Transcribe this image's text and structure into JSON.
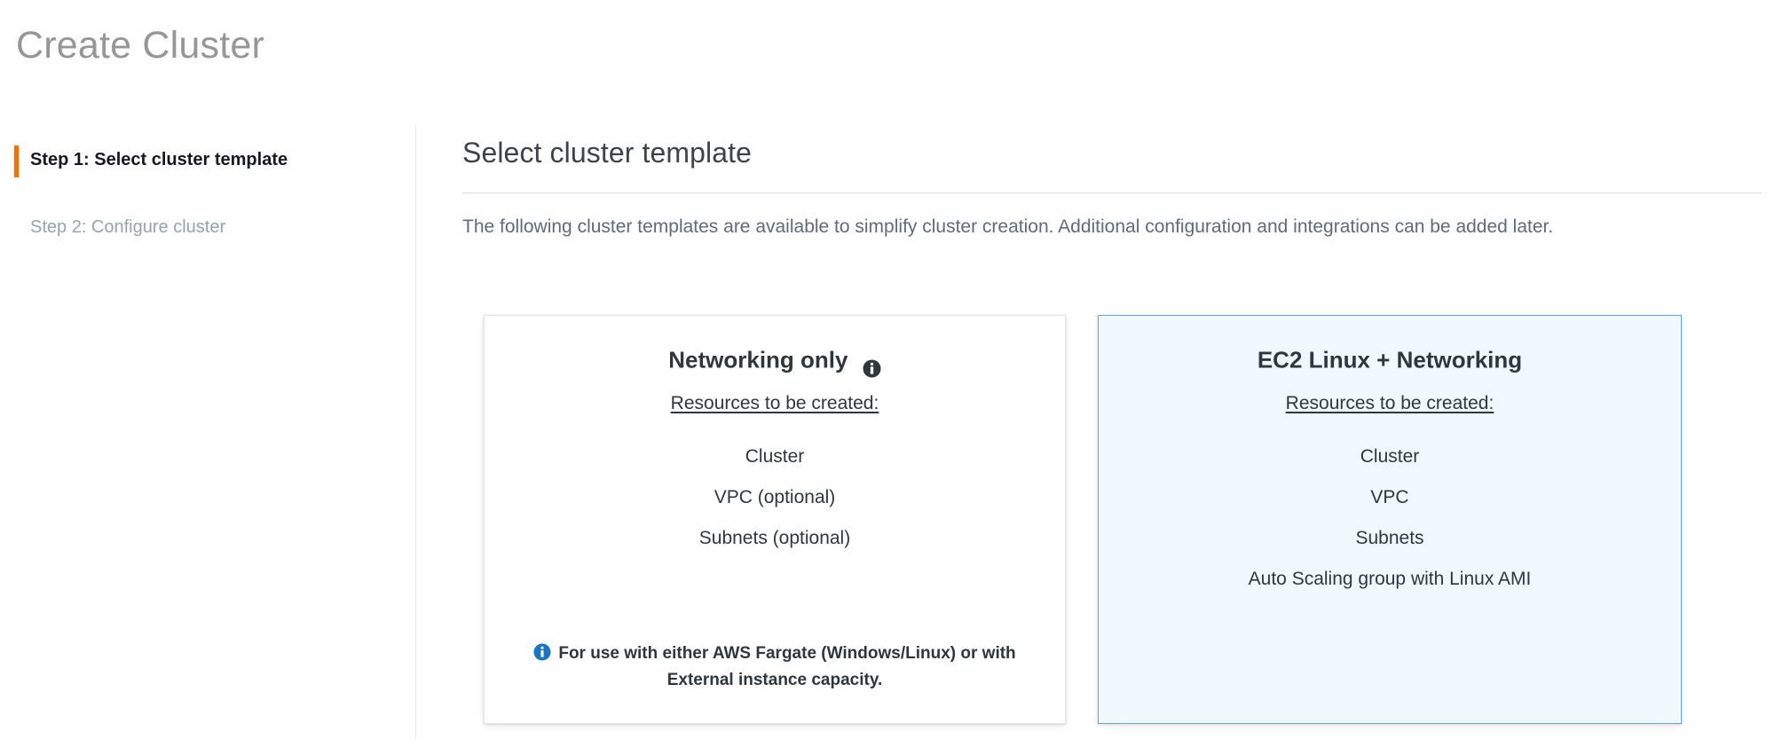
{
  "page": {
    "title": "Create Cluster"
  },
  "sidebar": {
    "steps": [
      {
        "label": "Step 1: Select cluster template",
        "active": true,
        "marker_color": "#ec7211"
      },
      {
        "label": "Step 2: Configure cluster",
        "active": false,
        "marker_color": ""
      }
    ]
  },
  "main": {
    "section_title": "Select cluster template",
    "description": "The following cluster templates are available to simplify cluster creation. Additional configuration and integrations can be added later.",
    "cards": [
      {
        "title": "Networking only",
        "has_info_icon": true,
        "info_icon_name": "info-icon",
        "subtitle": "Resources to be created:",
        "resources": [
          "Cluster",
          "VPC (optional)",
          "Subnets (optional)"
        ],
        "footnote": "For use with either AWS Fargate (Windows/Linux) or with External instance capacity.",
        "footnote_icon_name": "info-icon-blue",
        "selected": false,
        "background": "#ffffff",
        "border_color": "#e3e3e3"
      },
      {
        "title": "EC2 Linux + Networking",
        "has_info_icon": false,
        "info_icon_name": "",
        "subtitle": "Resources to be created:",
        "resources": [
          "Cluster",
          "VPC",
          "Subnets",
          "Auto Scaling group with Linux AMI"
        ],
        "footnote": "",
        "footnote_icon_name": "",
        "selected": true,
        "background": "#f1f8fe",
        "border_color": "#69a6d8"
      }
    ]
  },
  "colors": {
    "accent_orange": "#ec7211",
    "selected_blue_border": "#69a6d8",
    "selected_blue_fill": "#f1f8fe",
    "info_blue": "#1a73c8",
    "title_gray": "#969696",
    "text_dark": "#30373c",
    "text_muted": "#5f6b7a",
    "step_inactive": "#95a5a6",
    "divider": "#e8e8e8"
  }
}
